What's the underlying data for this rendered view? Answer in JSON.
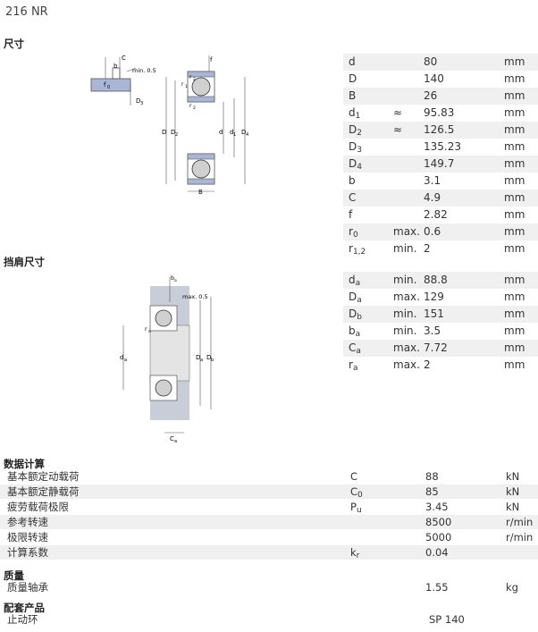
{
  "title": "216 NR",
  "sections": {
    "dimensions": "尺寸",
    "abutment": "挡肩尺寸",
    "calc": "数据计算",
    "mass": "质量",
    "accessory": "配套产品"
  },
  "dimensions": [
    {
      "sym": "d",
      "sub": "",
      "q": "",
      "v": "80",
      "u": "mm"
    },
    {
      "sym": "D",
      "sub": "",
      "q": "",
      "v": "140",
      "u": "mm"
    },
    {
      "sym": "B",
      "sub": "",
      "q": "",
      "v": "26",
      "u": "mm"
    },
    {
      "sym": "d",
      "sub": "1",
      "q": "≈",
      "v": "95.83",
      "u": "mm"
    },
    {
      "sym": "D",
      "sub": "2",
      "q": "≈",
      "v": "126.5",
      "u": "mm"
    },
    {
      "sym": "D",
      "sub": "3",
      "q": "",
      "v": "135.23",
      "u": "mm"
    },
    {
      "sym": "D",
      "sub": "4",
      "q": "",
      "v": "149.7",
      "u": "mm"
    },
    {
      "sym": "b",
      "sub": "",
      "q": "",
      "v": "3.1",
      "u": "mm"
    },
    {
      "sym": "C",
      "sub": "",
      "q": "",
      "v": "4.9",
      "u": "mm"
    },
    {
      "sym": "f",
      "sub": "",
      "q": "",
      "v": "2.82",
      "u": "mm"
    },
    {
      "sym": "r",
      "sub": "0",
      "q": "max.",
      "v": "0.6",
      "u": "mm"
    },
    {
      "sym": "r",
      "sub": "1,2",
      "q": "min.",
      "v": "2",
      "u": "mm"
    }
  ],
  "abutment": [
    {
      "sym": "d",
      "sub": "a",
      "q": "min.",
      "v": "88.8",
      "u": "mm"
    },
    {
      "sym": "D",
      "sub": "a",
      "q": "max.",
      "v": "129",
      "u": "mm"
    },
    {
      "sym": "D",
      "sub": "b",
      "q": "min.",
      "v": "151",
      "u": "mm"
    },
    {
      "sym": "b",
      "sub": "a",
      "q": "min.",
      "v": "3.5",
      "u": "mm"
    },
    {
      "sym": "C",
      "sub": "a",
      "q": "max.",
      "v": "7.72",
      "u": "mm"
    },
    {
      "sym": "r",
      "sub": "a",
      "q": "max.",
      "v": "2",
      "u": "mm"
    }
  ],
  "calc": [
    {
      "lbl": "基本额定动载荷",
      "sym": "C",
      "sub": "",
      "v": "88",
      "u": "kN"
    },
    {
      "lbl": "基本额定静载荷",
      "sym": "C",
      "sub": "0",
      "v": "85",
      "u": "kN"
    },
    {
      "lbl": "疲劳载荷极限",
      "sym": "P",
      "sub": "u",
      "v": "3.45",
      "u": "kN"
    },
    {
      "lbl": "参考转速",
      "sym": "",
      "sub": "",
      "v": "8500",
      "u": "r/min"
    },
    {
      "lbl": "极限转速",
      "sym": "",
      "sub": "",
      "v": "5000",
      "u": "r/min"
    },
    {
      "lbl": "计算系数",
      "sym": "k",
      "sub": "r",
      "v": "0.04",
      "u": ""
    }
  ],
  "mass": {
    "lbl": "质量轴承",
    "v": "1.55",
    "u": "kg"
  },
  "accessory": {
    "lbl": "止动环",
    "v": "SP 140"
  },
  "diagram1": {
    "labels": {
      "C": "C",
      "b": "b",
      "min05": "min. 0.5",
      "f0": "f",
      "f0sub": "0",
      "D3": "D",
      "D3sub": "3",
      "f": "f",
      "r2": "r",
      "r2sub": "2",
      "r1": "r",
      "r1sub": "1",
      "D": "D",
      "D2": "D",
      "D2sub": "2",
      "d": "d",
      "d1": "d",
      "d1sub": "1",
      "D4": "D",
      "D4sub": "4",
      "B": "B"
    }
  },
  "diagram2": {
    "labels": {
      "ba": "b",
      "basub": "a",
      "max05": "max. 0.5",
      "ra": "r",
      "rasub": "a",
      "da": "d",
      "dasub": "a",
      "Da": "D",
      "Dasub": "a",
      "Db": "D",
      "Dbsub": "b",
      "Ca": "C",
      "Casub": "a"
    }
  },
  "colors": {
    "housing": "#c8cdd8",
    "shaft": "#e0e0e0",
    "bearing": "#9fb0d8",
    "line": "#555555",
    "rowalt": "#f0f0f0"
  }
}
